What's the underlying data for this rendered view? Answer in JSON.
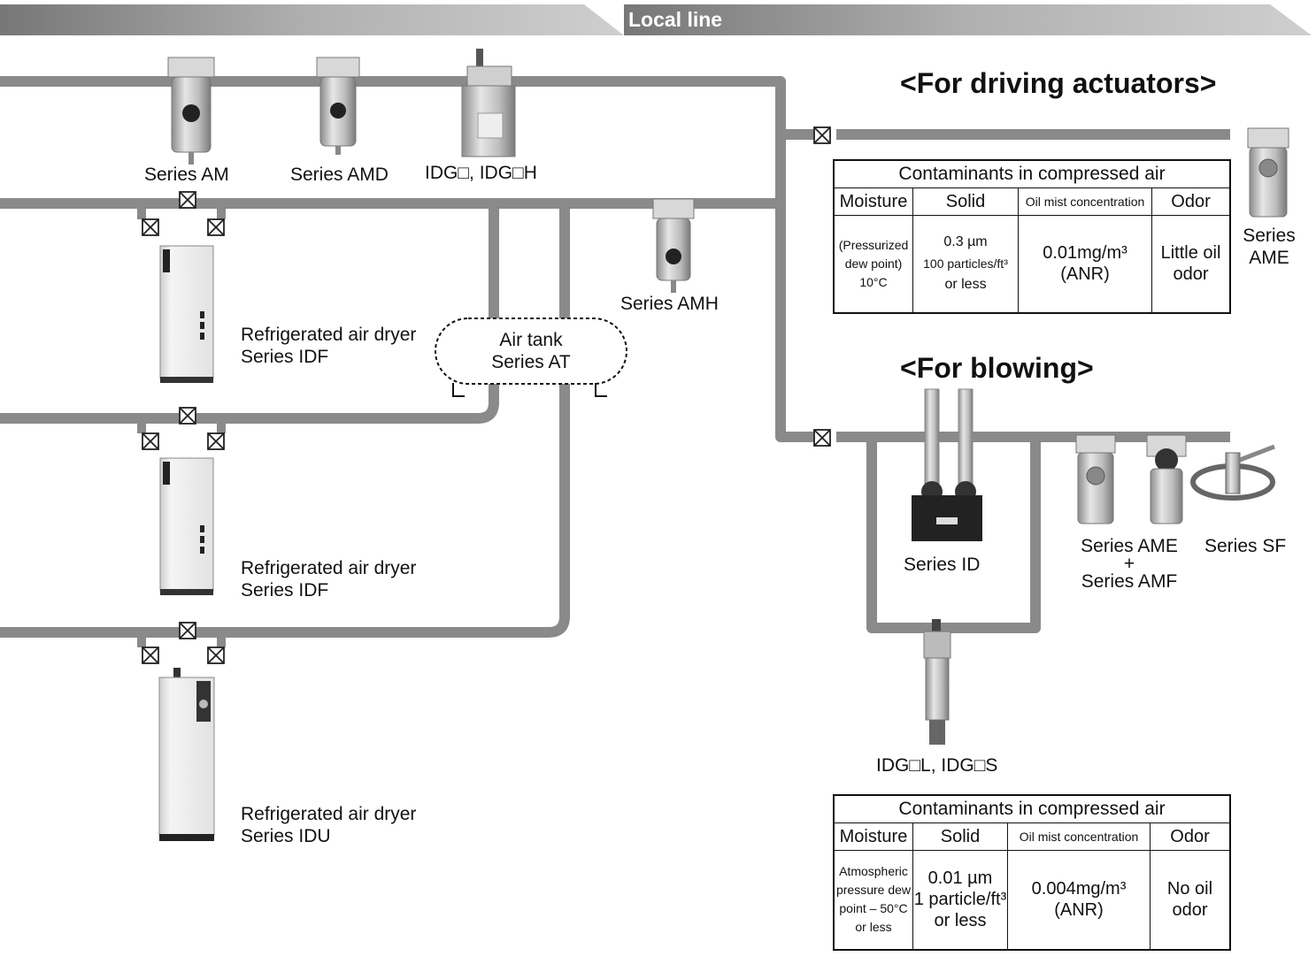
{
  "header": {
    "title": "Local line"
  },
  "left_labels": {
    "am": "Series AM",
    "amd": "Series AMD",
    "idg_h": "IDG□, IDG□H",
    "amh": "Series AMH",
    "air_tank_line1": "Air tank",
    "air_tank_line2": "Series AT",
    "dryer1_line1": "Refrigerated air dryer",
    "dryer1_line2": "Series IDF",
    "dryer2_line1": "Refrigerated air dryer",
    "dryer2_line2": "Series IDF",
    "dryer3_line1": "Refrigerated air dryer",
    "dryer3_line2": "Series IDU"
  },
  "driving": {
    "title": "<For driving actuators>",
    "ame_line1": "Series",
    "ame_line2": "AME",
    "table": {
      "title": "Contaminants in compressed air",
      "headers": [
        "Moisture",
        "Solid",
        "Oil mist concentration",
        "Odor"
      ],
      "moisture": [
        "(Pressurized",
        "dew point)",
        "10°C"
      ],
      "solid": [
        "0.3 µm",
        "100 particles/ft³",
        "or less"
      ],
      "oil": [
        "0.01mg/m³",
        "(ANR)"
      ],
      "odor": [
        "Little oil",
        "odor"
      ]
    }
  },
  "blowing": {
    "title": "<For blowing>",
    "id": "Series ID",
    "ame_amf_line1": "Series AME",
    "ame_amf_line2": "+",
    "ame_amf_line3": "Series AMF",
    "sf": "Series SF",
    "idg_ls": "IDG□L, IDG□S",
    "table": {
      "title": "Contaminants in compressed air",
      "headers": [
        "Moisture",
        "Solid",
        "Oil mist concentration",
        "Odor"
      ],
      "moisture": [
        "Atmospheric",
        "pressure dew",
        "point – 50°C",
        "or less"
      ],
      "solid": [
        "0.01 µm",
        "1 particle/ft³",
        "or less"
      ],
      "oil": [
        "0.004mg/m³",
        "(ANR)"
      ],
      "odor": [
        "No oil",
        "odor"
      ]
    }
  },
  "colors": {
    "pipe": "#8a8a8a",
    "header_band": "#a8a8a8",
    "valve": "#222222"
  }
}
